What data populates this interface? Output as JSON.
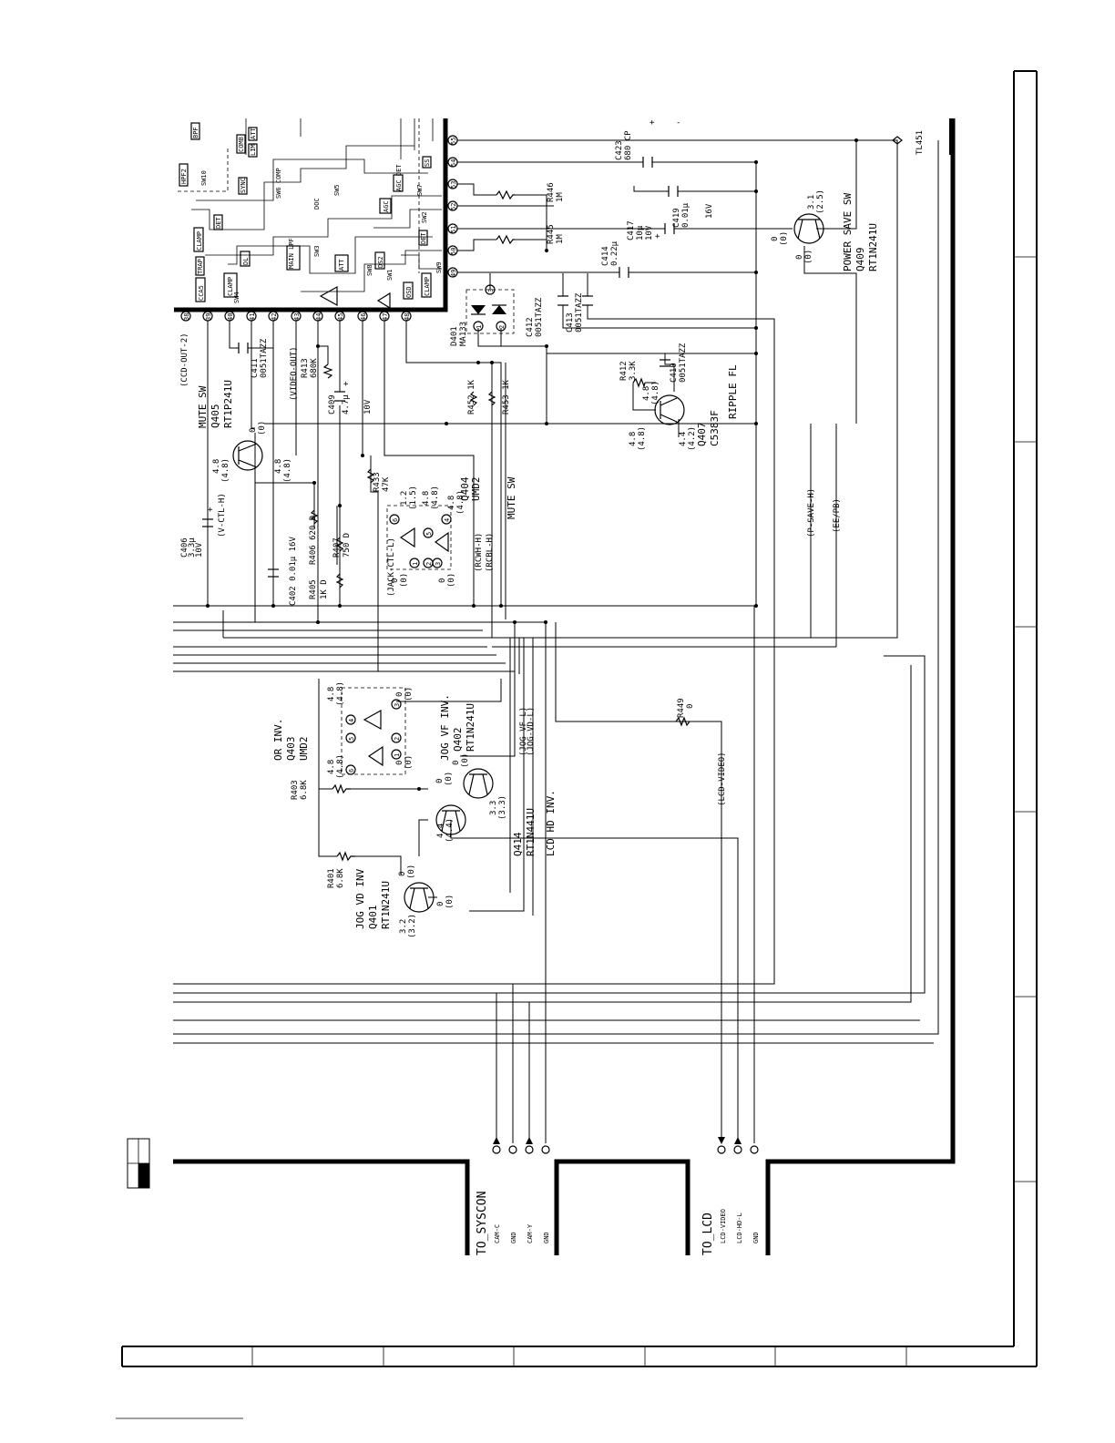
{
  "schematic": {
    "connectors": {
      "syscon": {
        "title": "TO_SYSCON",
        "pins": [
          "CAM-C",
          "GND",
          "CAM-Y",
          "GND"
        ]
      },
      "lcd": {
        "title": "TO_LCD",
        "pins": [
          "LCD-VIDEO",
          "LCD-HD-L",
          "GND"
        ]
      }
    },
    "transistors": {
      "q405": {
        "fn": "MUTE SW",
        "ref": "Q405",
        "part": "RT1P241U"
      },
      "q409": {
        "fn": "POWER SAVE SW",
        "ref": "Q409",
        "part": "RT1N241U"
      },
      "q407": {
        "ref": "Q407",
        "part": "C5383F",
        "fn": "RIPPLE FL"
      },
      "q404": {
        "ref": "Q404",
        "part": "UMD2",
        "fn": "MUTE SW"
      },
      "q403": {
        "fn": "OR INV.",
        "ref": "Q403",
        "part": "UMD2"
      },
      "q402": {
        "fn": "JOG VF INV.",
        "ref": "Q402",
        "part": "RT1N241U"
      },
      "q414": {
        "ref": "Q414",
        "part": "RT1N441U",
        "fn": "LCD HD INV."
      },
      "q401": {
        "fn": "JOG VD INV",
        "ref": "Q401",
        "part": "RT1N241U"
      }
    },
    "parts": {
      "c406": [
        "C406",
        "3.3µ",
        "10V"
      ],
      "c402": "C402 0.01µ 16V",
      "r406": "R406 620 D",
      "r407": [
        "R407",
        "750 D"
      ],
      "r405": [
        "R405",
        "1K D"
      ],
      "c411": [
        "C411",
        "0051TAZZ"
      ],
      "r413": [
        "R413",
        "680K"
      ],
      "c409": [
        "C409",
        "4.7µ",
        "10V"
      ],
      "r433": [
        "R433",
        "47K"
      ],
      "r452": "R452 1K",
      "r453": "R453 1K",
      "d401": [
        "D401",
        "MA133"
      ],
      "c412": [
        "C412",
        "0051TAZZ"
      ],
      "c413": [
        "C413",
        "0051TAZZ"
      ],
      "c414": [
        "C414",
        "0.22µ"
      ],
      "r445": [
        "R445",
        "1M"
      ],
      "c417": [
        "C417",
        "10µ",
        "10V"
      ],
      "c419": [
        "C419",
        "0.01µ",
        "16V"
      ],
      "r446": [
        "R446",
        "1M"
      ],
      "c423": [
        "C423",
        "680 CP"
      ],
      "r412": [
        "R412",
        "3.3K"
      ],
      "c410": [
        "C410",
        "0051TAZZ"
      ],
      "r449": [
        "R449",
        "0"
      ],
      "r403": [
        "R403",
        "6.8K"
      ],
      "r401": [
        "R401",
        "6.8K"
      ],
      "tl451": "TL451"
    },
    "ic_pins": [
      "38",
      "39",
      "40",
      "41",
      "42",
      "43",
      "44",
      "45",
      "46",
      "47",
      "48",
      "49",
      "50",
      "51",
      "52",
      "53",
      "54",
      "55"
    ],
    "ic_blocks": [
      "HPF2",
      "SW10",
      "BPF",
      "COMB",
      "LIM",
      "ATT",
      "SYNC",
      "SW6 COMP",
      "DOC",
      "SW5",
      "AGC DET",
      "SS",
      "CLAMP",
      "DET",
      "TRAP",
      "DL",
      "MAIN LPF",
      "SW3",
      "ATT",
      "CLAMP",
      "CCA5",
      "SW4",
      "SW8",
      "DS2",
      "SW1",
      "OSD",
      "SW2",
      "AGC",
      "CLAMP",
      "SW9",
      "SW7",
      "DET"
    ],
    "signals": [
      "(CCD-OUT-2)",
      "(VIDEO-OUT)",
      "(V-CTL-H)",
      "(JACK-CTL-L)",
      "(RCWH-H)",
      "(RCBL-H)",
      "(P-SAVE-H)",
      "(EE/PB)",
      "(JOG-VF-L)",
      "(JOG-VD-L)",
      "(LCD-VIDEO)"
    ],
    "voltages": {
      "q405_v": [
        "4.8",
        "(4.8)",
        "4.8",
        "(4.8)",
        "0",
        "(0)"
      ],
      "q409_v": [
        "0",
        "(0)",
        "0",
        "(0)",
        "3.1",
        "(2.5)"
      ],
      "q407_v": [
        "4.8",
        "(4.8)",
        "4.8",
        "(4.8)",
        "4.4",
        "(4.2)"
      ],
      "q404_v": [
        "1.2",
        "(1.5)",
        "4.8",
        "(4.8)",
        "4.8",
        "(4.8)",
        "0",
        "(0)",
        "0",
        "(0)"
      ],
      "q403_v": [
        "4.8",
        "(4.8)",
        "4.8",
        "(4.8)",
        "0",
        "(0)",
        "0",
        "(0)"
      ],
      "q402_v": [
        "0",
        "(0)",
        "0",
        "(0)",
        "3.3",
        "(3.3)"
      ],
      "q414_v": [
        "4.4",
        "(4.4)"
      ],
      "q401_v": [
        "0",
        "(0)",
        "0",
        "(0)",
        "3.2",
        "(3.2)"
      ]
    },
    "pin_numbers": [
      "1",
      "2",
      "3",
      "4",
      "5",
      "6"
    ],
    "marks": [
      "+",
      "+",
      "+",
      "+",
      "-"
    ]
  }
}
